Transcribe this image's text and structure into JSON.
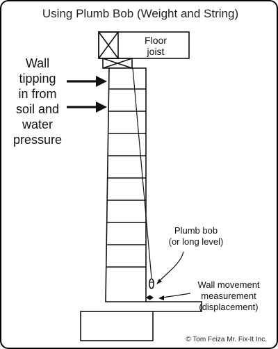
{
  "title": "Using Plumb Bob (Weight and String)",
  "labels": {
    "floor_joist": [
      "Floor",
      "joist"
    ],
    "wall_pressure": [
      "Wall",
      "tipping",
      "in from",
      "soil and",
      "water",
      "pressure"
    ],
    "plumb_bob": [
      "Plumb bob",
      "(or long level)"
    ],
    "measurement": [
      "Wall movement",
      "measurement",
      "(displacement)"
    ]
  },
  "credit": "© Tom Feiza Mr. Fix-It Inc.",
  "colors": {
    "ink": "#111111",
    "background": "#ffffff"
  }
}
